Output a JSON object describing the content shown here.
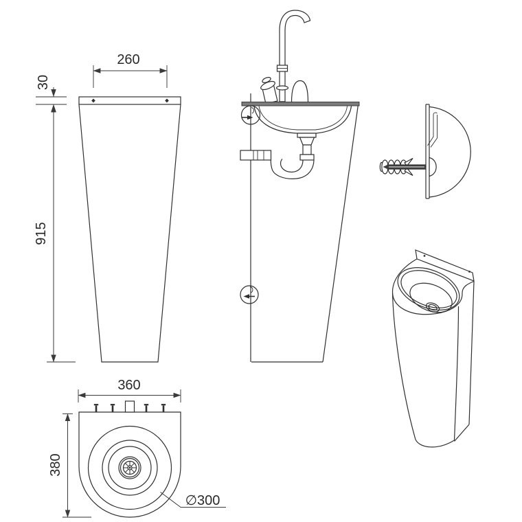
{
  "drawing": {
    "subject": "pedestal-washbasin-technical-drawing",
    "background_color": "#ffffff",
    "line_color": "#2f2f2f",
    "deck_fill_color": "#7c7c7c"
  },
  "dimensions": {
    "front_top_width": "260",
    "front_band_height": "30",
    "front_height": "915",
    "plan_width": "360",
    "plan_depth": "380",
    "basin_diameter": "∅300"
  }
}
